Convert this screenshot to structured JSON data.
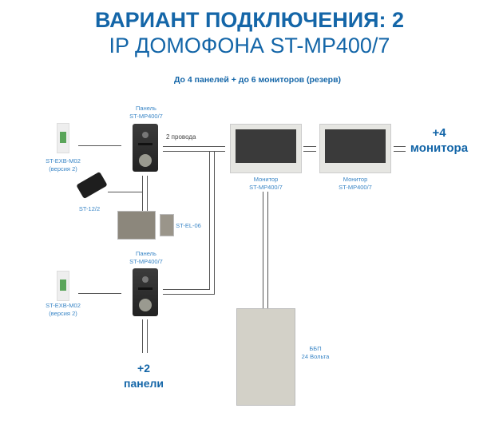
{
  "title": {
    "line1": "ВАРИАНТ ПОДКЛЮЧЕНИЯ: 2",
    "line2": "IP ДОМОФОНА ST-MP400/7",
    "subtitle": "До 4 панелей + до 6 мониторов (резерв)"
  },
  "panel1": {
    "label1": "Панель",
    "label2": "ST-MP400/7"
  },
  "panel2": {
    "label1": "Панель",
    "label2": "ST-MP400/7"
  },
  "exit_button1": {
    "label1": "ST-EXB-M02",
    "label2": "(версия 2)"
  },
  "exit_button2": {
    "label1": "ST-EXB-M02",
    "label2": "(версия 2)"
  },
  "power_adapter": {
    "label": "ST-12/2"
  },
  "lock": {
    "label": "ST-EL-06"
  },
  "wires": {
    "label": "2 провода"
  },
  "monitor1": {
    "label1": "Монитор",
    "label2": "ST-MP400/7"
  },
  "monitor2": {
    "label1": "Монитор",
    "label2": "ST-MP400/7"
  },
  "more_monitors": {
    "line1": "+4",
    "line2": "монитора"
  },
  "more_panels": {
    "line1": "+2",
    "line2": "панели"
  },
  "ups": {
    "label1": "ББП",
    "label2": "24 Вольта"
  }
}
